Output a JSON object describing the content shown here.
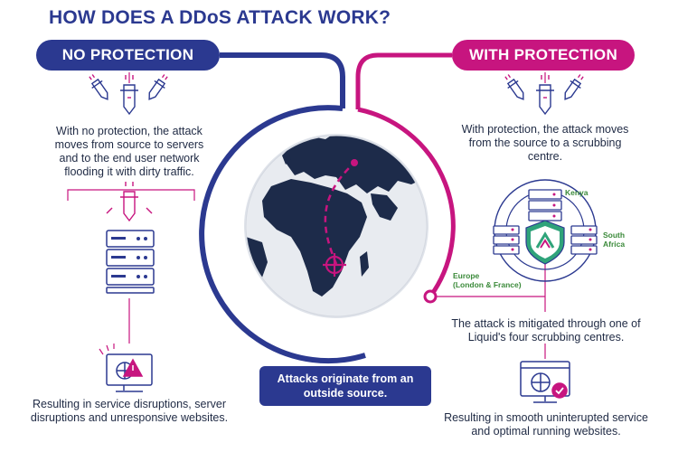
{
  "title": "HOW DOES A DDoS ATTACK WORK?",
  "left": {
    "header": "NO PROTECTION",
    "text_1": "With no protection, the attack moves from source to servers and to the end user network flooding it with dirty traffic.",
    "text_2": "Resulting in service disruptions, server disruptions and unresponsive websites."
  },
  "right": {
    "header": "WITH PROTECTION",
    "text_1": "With protection, the attack moves from the source to a scrubbing centre.",
    "text_2": "The attack is mitigated through one of Liquid's four scrubbing centres.",
    "text_3": "Resulting in smooth uninterupted service and optimal running websites."
  },
  "locations": {
    "kenya": "Kenya",
    "south_africa_1": "South",
    "south_africa_2": "Africa",
    "europe_1": "Europe",
    "europe_2": "(London & France)"
  },
  "callout": "Attacks originate from an outside source.",
  "colors": {
    "navy": "#2b3990",
    "magenta": "#c7157f",
    "green": "#3b8a3a"
  },
  "icons": [
    "missile-icon",
    "server-rack-icon",
    "warning-monitor-icon",
    "shield-server-icon",
    "check-monitor-icon",
    "crosshair-icon",
    "globe-icon"
  ]
}
